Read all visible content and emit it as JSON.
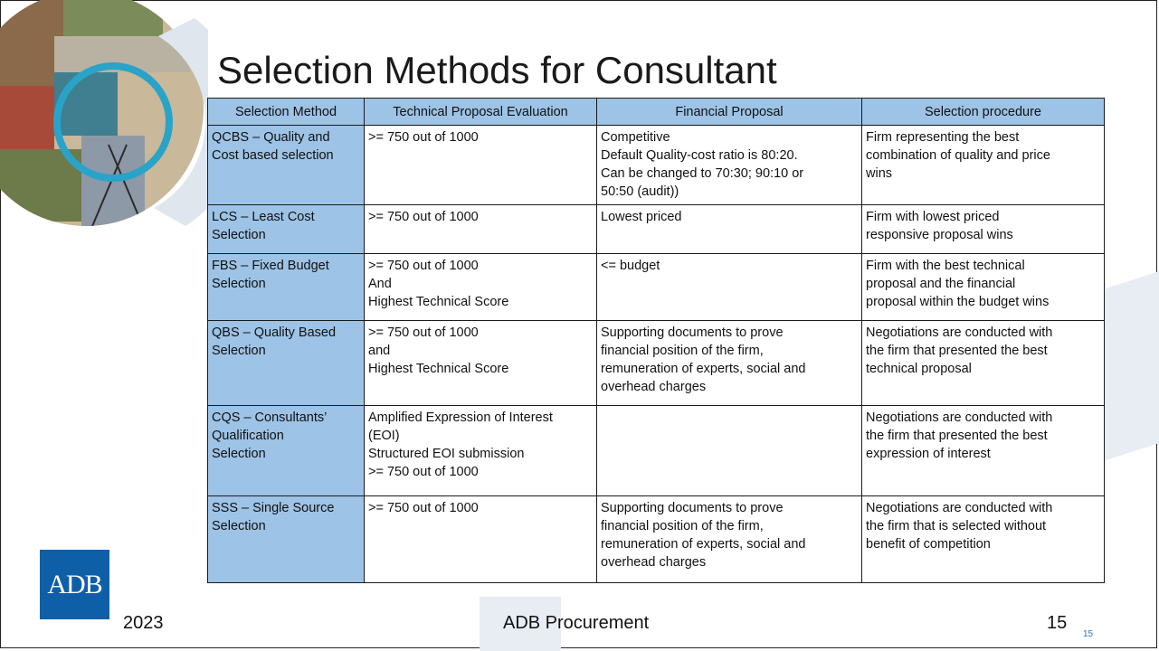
{
  "slide": {
    "title": "Selection Methods for Consultant",
    "logo_text": "ADB",
    "footer": {
      "year": "2023",
      "center": "ADB Procurement",
      "page": "15",
      "page_small": "15"
    },
    "colors": {
      "header_fill": "#9dc3e6",
      "logo_blue": "#0f5fa8"
    }
  },
  "table": {
    "headers": [
      "Selection Method",
      "Technical Proposal Evaluation",
      "Financial Proposal",
      "Selection procedure"
    ],
    "rows": [
      {
        "method": [
          "QCBS – Quality and",
          "Cost based selection"
        ],
        "technical": [
          ">= 750 out of 1000"
        ],
        "financial": [
          "Competitive",
          "Default Quality-cost ratio is 80:20.",
          "Can be changed to 70:30; 90:10 or",
          "50:50 (audit))"
        ],
        "procedure": [
          "Firm representing the best",
          "combination of quality and price",
          "wins"
        ]
      },
      {
        "method": [
          "LCS – Least Cost",
          "Selection"
        ],
        "technical": [
          ">= 750 out of 1000"
        ],
        "financial": [
          "Lowest priced"
        ],
        "procedure": [
          "Firm with lowest priced",
          "responsive proposal wins"
        ]
      },
      {
        "method": [
          "FBS – Fixed Budget",
          "Selection"
        ],
        "technical": [
          ">= 750 out of 1000",
          "And",
          "Highest Technical Score"
        ],
        "financial": [
          "<= budget"
        ],
        "procedure": [
          "Firm with the best technical",
          "proposal and the financial",
          "proposal within the budget wins"
        ]
      },
      {
        "method": [
          "QBS – Quality Based",
          "Selection"
        ],
        "technical": [
          ">= 750 out of 1000",
          "and",
          "Highest Technical Score"
        ],
        "financial": [
          "Supporting documents to prove",
          "financial position of the firm,",
          "remuneration of experts, social and",
          "overhead charges"
        ],
        "procedure": [
          "Negotiations are conducted with",
          "the firm that presented the best",
          "technical proposal"
        ]
      },
      {
        "method": [
          "CQS – Consultants’",
          "Qualification",
          "Selection"
        ],
        "technical": [
          "Amplified Expression of Interest",
          "(EOI)",
          "Structured EOI submission",
          ">= 750 out of 1000"
        ],
        "financial": [],
        "procedure": [
          "Negotiations are conducted with",
          "the firm that presented the best",
          "expression of interest"
        ]
      },
      {
        "method": [
          "SSS – Single Source",
          "Selection"
        ],
        "technical": [
          ">= 750 out of 1000"
        ],
        "financial": [
          "Supporting documents to prove",
          "financial position of the firm,",
          "remuneration of experts, social and",
          "overhead charges"
        ],
        "procedure": [
          "Negotiations are conducted with",
          "the firm that is selected without",
          "benefit of competition"
        ]
      }
    ]
  }
}
